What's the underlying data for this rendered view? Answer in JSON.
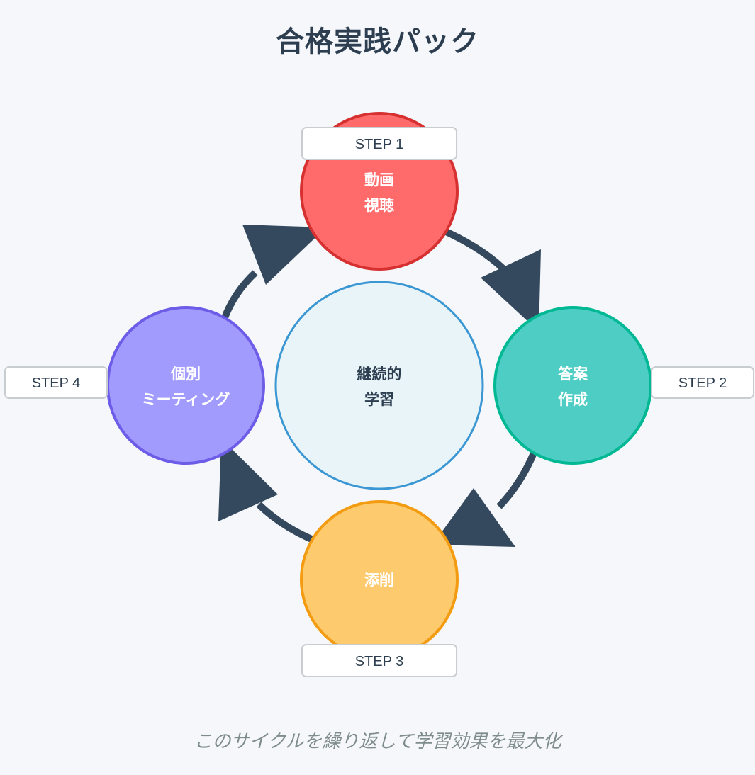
{
  "title": "合格実践パック",
  "footer": "このサイクルを繰り返して学習効果を最大化",
  "center": {
    "line1": "継続的",
    "line2": "学習"
  },
  "steps": [
    {
      "badge": "STEP 1",
      "line1": "動画",
      "line2": "視聴",
      "color": "#ff6b6b",
      "border": "#d63031"
    },
    {
      "badge": "STEP 2",
      "line1": "答案",
      "line2": "作成",
      "color": "#4ecdc4",
      "border": "#00b894"
    },
    {
      "badge": "STEP 3",
      "line1": "添削",
      "line2": "",
      "color": "#fdcb6e",
      "border": "#f39c12"
    },
    {
      "badge": "STEP 4",
      "line1": "個別",
      "line2": "ミーティング",
      "color": "#a29bfe",
      "border": "#6c5ce7"
    }
  ],
  "colors": {
    "background": "#f5f7fa",
    "arrow": "#34495e",
    "center_fill": "#e8f4f8",
    "center_border": "#3b97d3",
    "text_dark": "#2c3e50"
  }
}
